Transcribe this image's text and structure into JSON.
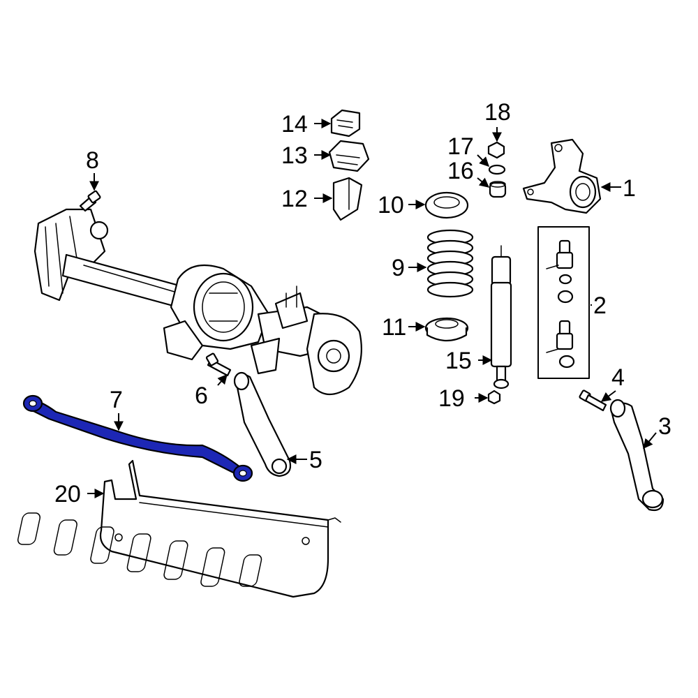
{
  "callouts": [
    {
      "id": "1",
      "label": "1"
    },
    {
      "id": "2",
      "label": "2"
    },
    {
      "id": "3",
      "label": "3"
    },
    {
      "id": "4",
      "label": "4"
    },
    {
      "id": "5",
      "label": "5"
    },
    {
      "id": "6",
      "label": "6"
    },
    {
      "id": "7",
      "label": "7"
    },
    {
      "id": "8",
      "label": "8"
    },
    {
      "id": "9",
      "label": "9"
    },
    {
      "id": "10",
      "label": "10"
    },
    {
      "id": "11",
      "label": "11"
    },
    {
      "id": "12",
      "label": "12"
    },
    {
      "id": "13",
      "label": "13"
    },
    {
      "id": "14",
      "label": "14"
    },
    {
      "id": "15",
      "label": "15"
    },
    {
      "id": "16",
      "label": "16"
    },
    {
      "id": "17",
      "label": "17"
    },
    {
      "id": "18",
      "label": "18"
    },
    {
      "id": "19",
      "label": "19"
    },
    {
      "id": "20",
      "label": "20"
    }
  ],
  "highlighted_part": "7",
  "colors": {
    "highlight": "#1d27b5",
    "line": "#000000",
    "background": "#ffffff"
  }
}
